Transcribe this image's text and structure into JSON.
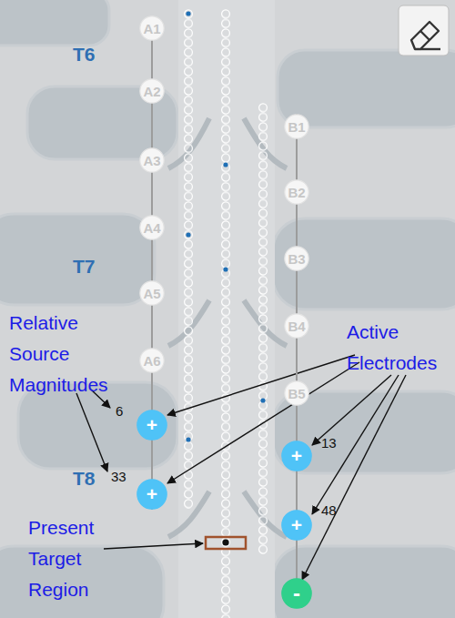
{
  "diagram": {
    "nodes": [
      {
        "text": [
          "A1"
        ]
      },
      {
        "text": [
          "A2"
        ]
      },
      {
        "text": [
          "A3"
        ]
      },
      {
        "text": [
          "A4"
        ]
      },
      {
        "text": [
          "A5"
        ]
      },
      {
        "text": [
          "A6"
        ]
      },
      {
        "text": [
          "+"
        ]
      },
      {
        "text": [
          "+"
        ]
      },
      {
        "text": [
          "B1"
        ]
      },
      {
        "text": [
          "B2"
        ]
      },
      {
        "text": [
          "B3"
        ]
      },
      {
        "text": [
          "B4"
        ]
      },
      {
        "text": [
          "B5"
        ]
      },
      {
        "text": [
          "+"
        ]
      },
      {
        "text": [
          "+"
        ]
      },
      {
        "text": [
          "-"
        ]
      }
    ],
    "edges": [
      {
        "from": 0,
        "to": 1,
        "arrow": "none"
      },
      {
        "from": 1,
        "to": 2,
        "arrow": "none"
      },
      {
        "from": 2,
        "to": 3,
        "arrow": "none"
      },
      {
        "from": 3,
        "to": 4,
        "arrow": "none"
      },
      {
        "from": 4,
        "to": 5,
        "arrow": "none"
      },
      {
        "from": 5,
        "to": 6,
        "arrow": "none"
      },
      {
        "from": 6,
        "to": 7,
        "arrow": "none"
      },
      {
        "from": 8,
        "to": 9,
        "arrow": "none"
      },
      {
        "from": 9,
        "to": 10,
        "arrow": "none"
      },
      {
        "from": 10,
        "to": 11,
        "arrow": "none"
      },
      {
        "from": 11,
        "to": 12,
        "arrow": "none"
      },
      {
        "from": 12,
        "to": 13,
        "arrow": "none"
      },
      {
        "from": 13,
        "to": 14,
        "arrow": "none"
      },
      {
        "from": 14,
        "to": 15,
        "arrow": "none"
      }
    ],
    "labels": [
      "T6",
      "T7",
      "T8",
      "Relative Source Magnitudes",
      "6",
      "33",
      "Active Electrodes",
      "13",
      "48",
      "Present Target Region"
    ]
  }
}
